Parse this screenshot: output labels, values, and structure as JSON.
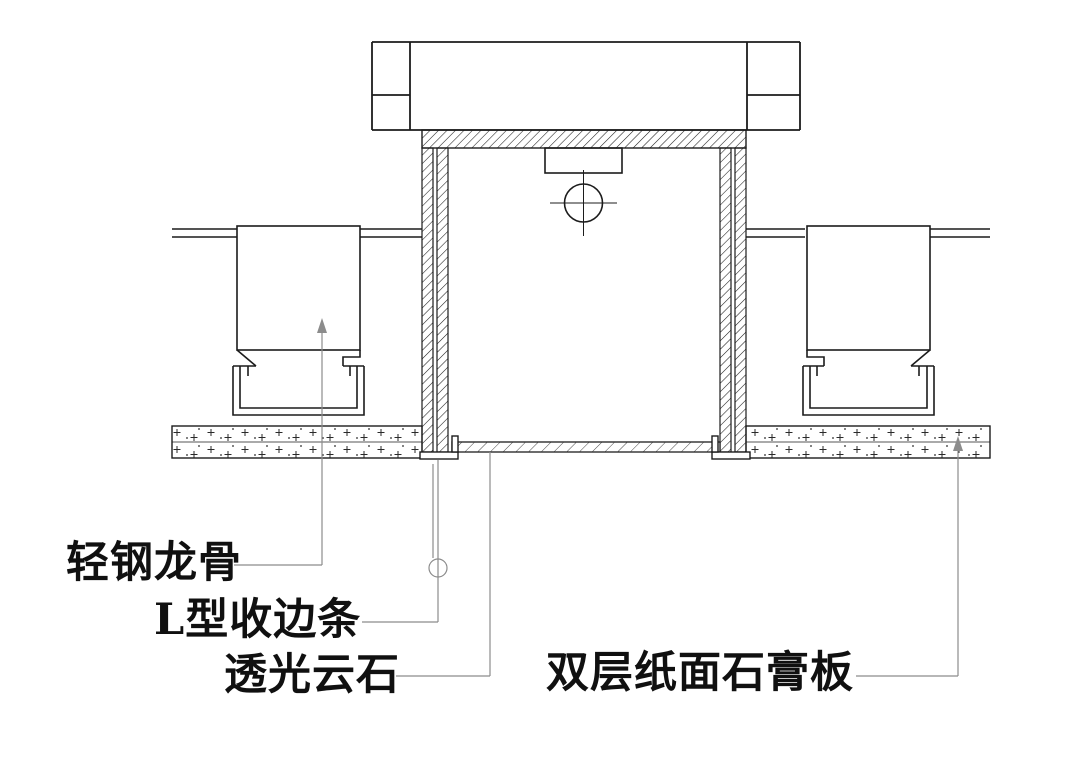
{
  "diagram": {
    "labels": [
      {
        "text": "轻钢龙骨"
      },
      {
        "text": "L型收边条"
      },
      {
        "text": "透光云石"
      },
      {
        "text": "双层纸面石膏板"
      }
    ],
    "colors": {
      "background": "#ffffff",
      "line": "#1c1c1c",
      "leader": "#8c8c8c",
      "text": "#101010"
    }
  }
}
